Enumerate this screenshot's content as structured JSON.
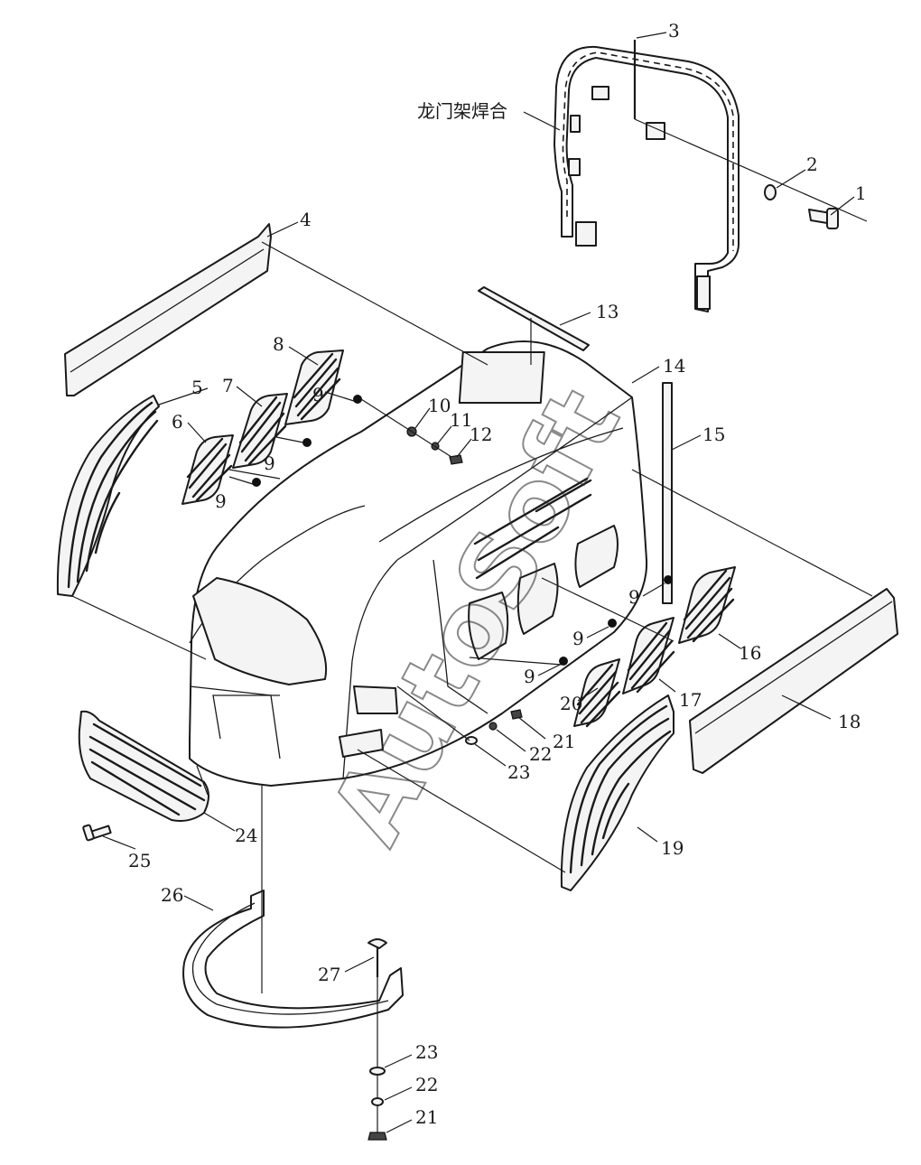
{
  "diagram": {
    "type": "exploded-parts-view",
    "subassembly_label": "龙门架焊合",
    "watermark": "AutoSoft",
    "callouts": [
      "1",
      "2",
      "3",
      "4",
      "5",
      "6",
      "7",
      "8",
      "9",
      "10",
      "11",
      "12",
      "13",
      "14",
      "15",
      "16",
      "17",
      "18",
      "19",
      "20",
      "21",
      "22",
      "23",
      "24",
      "25",
      "26",
      "27"
    ],
    "repeated_callouts": {
      "label_9": "9",
      "label_21b": "21",
      "label_22b": "22",
      "label_23b": "23"
    }
  }
}
